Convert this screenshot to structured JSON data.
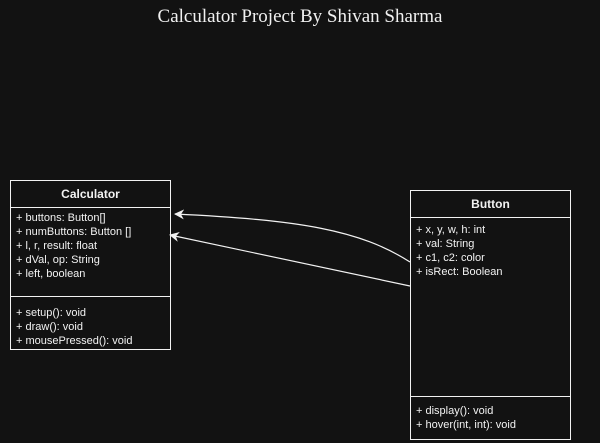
{
  "title": "Calculator Project By Shivan Sharma",
  "classes": {
    "calculator": {
      "name": "Calculator",
      "attributes": [
        "+ buttons: Button[]",
        "+ numButtons: Button []",
        "+ l, r, result: float",
        "+ dVal, op: String",
        "+ left, boolean"
      ],
      "methods": [
        "+ setup(): void",
        "+ draw(): void",
        "+ mousePressed(): void"
      ]
    },
    "button": {
      "name": "Button",
      "attributes": [
        "+ x, y, w, h: int",
        "+ val: String",
        "+ c1, c2: color",
        "+ isRect: Boolean"
      ],
      "methods": [
        "+ display(): void",
        "+ hover(int, int): void"
      ]
    }
  },
  "colors": {
    "background": "#121212",
    "stroke": "#f2f2f2"
  }
}
